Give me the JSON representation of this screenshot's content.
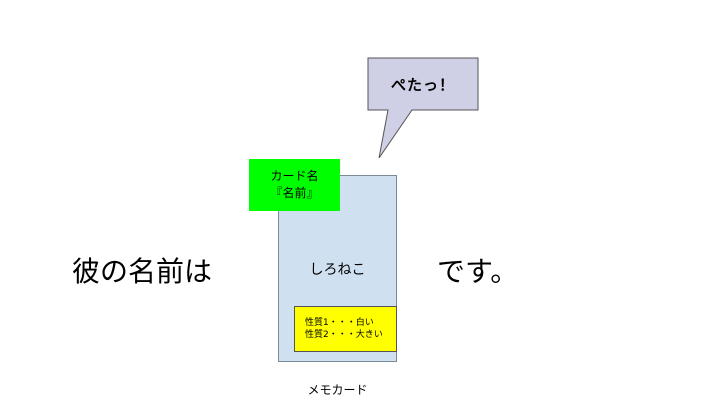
{
  "sentence": {
    "left": "彼の名前は",
    "right": "です。"
  },
  "bubble": {
    "text": "ぺたっ！"
  },
  "card": {
    "tag_line1": "カード名",
    "tag_line2": "『名前』",
    "value": "しろねこ",
    "properties": [
      "性質1・・・白い",
      "性質2・・・大きい"
    ],
    "caption": "メモカード"
  },
  "colors": {
    "bubble_fill": "#cfcfe6",
    "card_fill": "#cfe0f0",
    "tag_fill": "#00ff00",
    "property_fill": "#ffff00"
  }
}
